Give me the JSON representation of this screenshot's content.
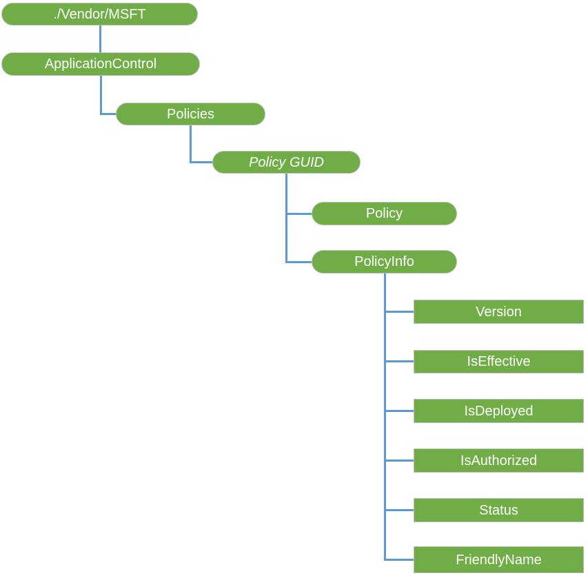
{
  "diagram": {
    "type": "tree",
    "colors": {
      "node_fill": "#70AD47",
      "node_border": "#BDBDBD",
      "connector": "#5B9BD5",
      "node_text": "#FFFFFF",
      "background": "#FFFFFF"
    },
    "nodes": [
      {
        "id": "vendor-msft",
        "label": "./Vendor/MSFT",
        "shape": "pill",
        "italic": false
      },
      {
        "id": "application-control",
        "label": "ApplicationControl",
        "shape": "pill",
        "italic": false
      },
      {
        "id": "policies",
        "label": "Policies",
        "shape": "pill",
        "italic": false
      },
      {
        "id": "policy-guid",
        "label": "Policy GUID",
        "shape": "pill",
        "italic": true
      },
      {
        "id": "policy",
        "label": "Policy",
        "shape": "pill",
        "italic": false
      },
      {
        "id": "policy-info",
        "label": "PolicyInfo",
        "shape": "pill",
        "italic": false
      },
      {
        "id": "version",
        "label": "Version",
        "shape": "rect",
        "italic": false
      },
      {
        "id": "is-effective",
        "label": "IsEffective",
        "shape": "rect",
        "italic": false
      },
      {
        "id": "is-deployed",
        "label": "IsDeployed",
        "shape": "rect",
        "italic": false
      },
      {
        "id": "is-authorized",
        "label": "IsAuthorized",
        "shape": "rect",
        "italic": false
      },
      {
        "id": "status",
        "label": "Status",
        "shape": "rect",
        "italic": false
      },
      {
        "id": "friendly-name",
        "label": "FriendlyName",
        "shape": "rect",
        "italic": false
      }
    ],
    "hierarchy": [
      {
        "parent": "./Vendor/MSFT",
        "child": "ApplicationControl"
      },
      {
        "parent": "ApplicationControl",
        "child": "Policies"
      },
      {
        "parent": "Policies",
        "child": "Policy GUID"
      },
      {
        "parent": "Policy GUID",
        "child": "Policy"
      },
      {
        "parent": "Policy GUID",
        "child": "PolicyInfo"
      },
      {
        "parent": "PolicyInfo",
        "child": "Version"
      },
      {
        "parent": "PolicyInfo",
        "child": "IsEffective"
      },
      {
        "parent": "PolicyInfo",
        "child": "IsDeployed"
      },
      {
        "parent": "PolicyInfo",
        "child": "IsAuthorized"
      },
      {
        "parent": "PolicyInfo",
        "child": "Status"
      },
      {
        "parent": "PolicyInfo",
        "child": "FriendlyName"
      }
    ]
  }
}
